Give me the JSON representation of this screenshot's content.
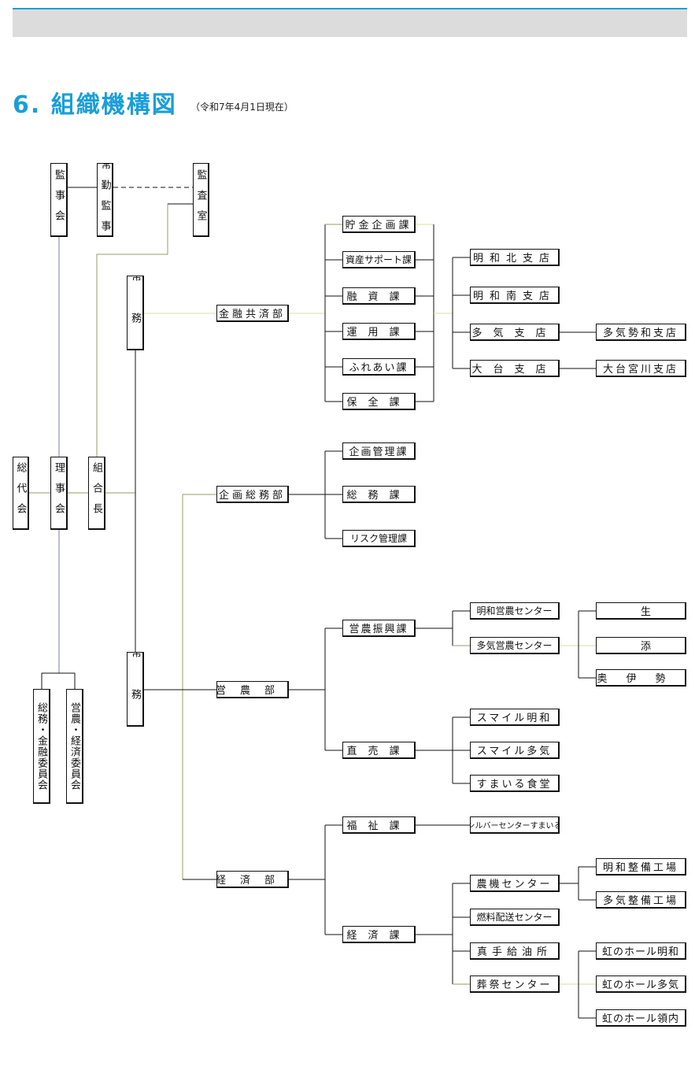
{
  "header": {
    "title": "6. 組織機構図",
    "subtitle": "（令和7年4月1日現在）"
  },
  "org": {
    "kanjikai": "監事会",
    "jokin": "常勤監事",
    "kansa": "監査室",
    "sodaikai": "総代会",
    "rijikai": "理事会",
    "kumiaicho": "組合長",
    "jomu1": "常務",
    "jomu2": "常務",
    "iinkai1": "総務・金融委員会",
    "iinkai2": "営農・経済委員会",
    "kinyu": "金融共済部",
    "kikaku": "企画総務部",
    "einou": "営農部",
    "keizai": "経済部",
    "chokin": "貯金企画課",
    "shisan": "資産サポート課",
    "yushi": "融資課",
    "unyo": "運用課",
    "fureai": "ふれあい課",
    "hozen": "保全課",
    "meiwa_kita": "明和北支店",
    "meiwa_minami": "明和南支店",
    "taki": "多気支店",
    "taki_seiwa": "多気勢和支店",
    "odai": "大台支店",
    "odai_miyagawa": "大台宮川支店",
    "kikaku_kanri": "企画管理課",
    "somu": "総務課",
    "risk": "リスク管理課",
    "einou_shinko": "営農振興課",
    "meiwa_ec": "明和営農センター",
    "taki_ec": "多気営農センター",
    "nyu": "丹生",
    "kawazoe": "川添",
    "okuise": "奥伊勢",
    "chokubai": "直売課",
    "smile_meiwa": "スマイル明和",
    "smile_taki": "スマイル多気",
    "sumairu": "すまいる食堂",
    "fukushi": "福祉課",
    "silver": "シルバーセンターすまいる",
    "keizai_ka": "経済課",
    "noki": "農機センター",
    "meiwa_seibi": "明和整備工場",
    "taki_seibi": "多気整備工場",
    "nenryo": "燃料配送センター",
    "mate": "真手給油所",
    "sosai": "葬祭センター",
    "niji_meiwa": "虹のホール明和",
    "niji_taki": "虹のホール多気",
    "niji_ryonai": "虹のホール領内"
  }
}
